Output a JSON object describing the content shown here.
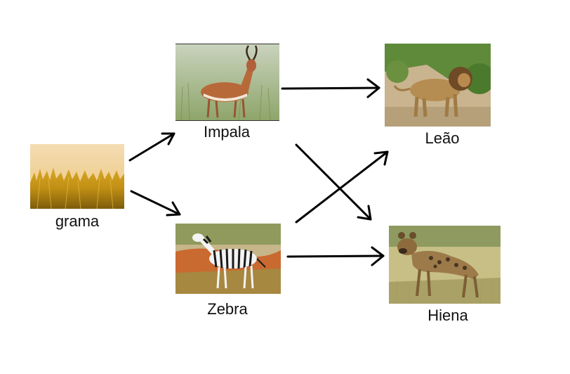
{
  "nodes": {
    "grass": {
      "label": "grama",
      "icon": "grass-photo"
    },
    "impala": {
      "label": "Impala",
      "icon": "impala-photo"
    },
    "zebra": {
      "label": "Zebra",
      "icon": "zebra-photo"
    },
    "lion": {
      "label": "Leão",
      "icon": "lion-photo"
    },
    "hyena": {
      "label": "Hiena",
      "icon": "hyena-photo"
    }
  },
  "edges": [
    {
      "from": "grama",
      "to": "Impala"
    },
    {
      "from": "grama",
      "to": "Zebra"
    },
    {
      "from": "Impala",
      "to": "Leão"
    },
    {
      "from": "Impala",
      "to": "Hiena"
    },
    {
      "from": "Zebra",
      "to": "Leão"
    },
    {
      "from": "Zebra",
      "to": "Hiena"
    }
  ]
}
